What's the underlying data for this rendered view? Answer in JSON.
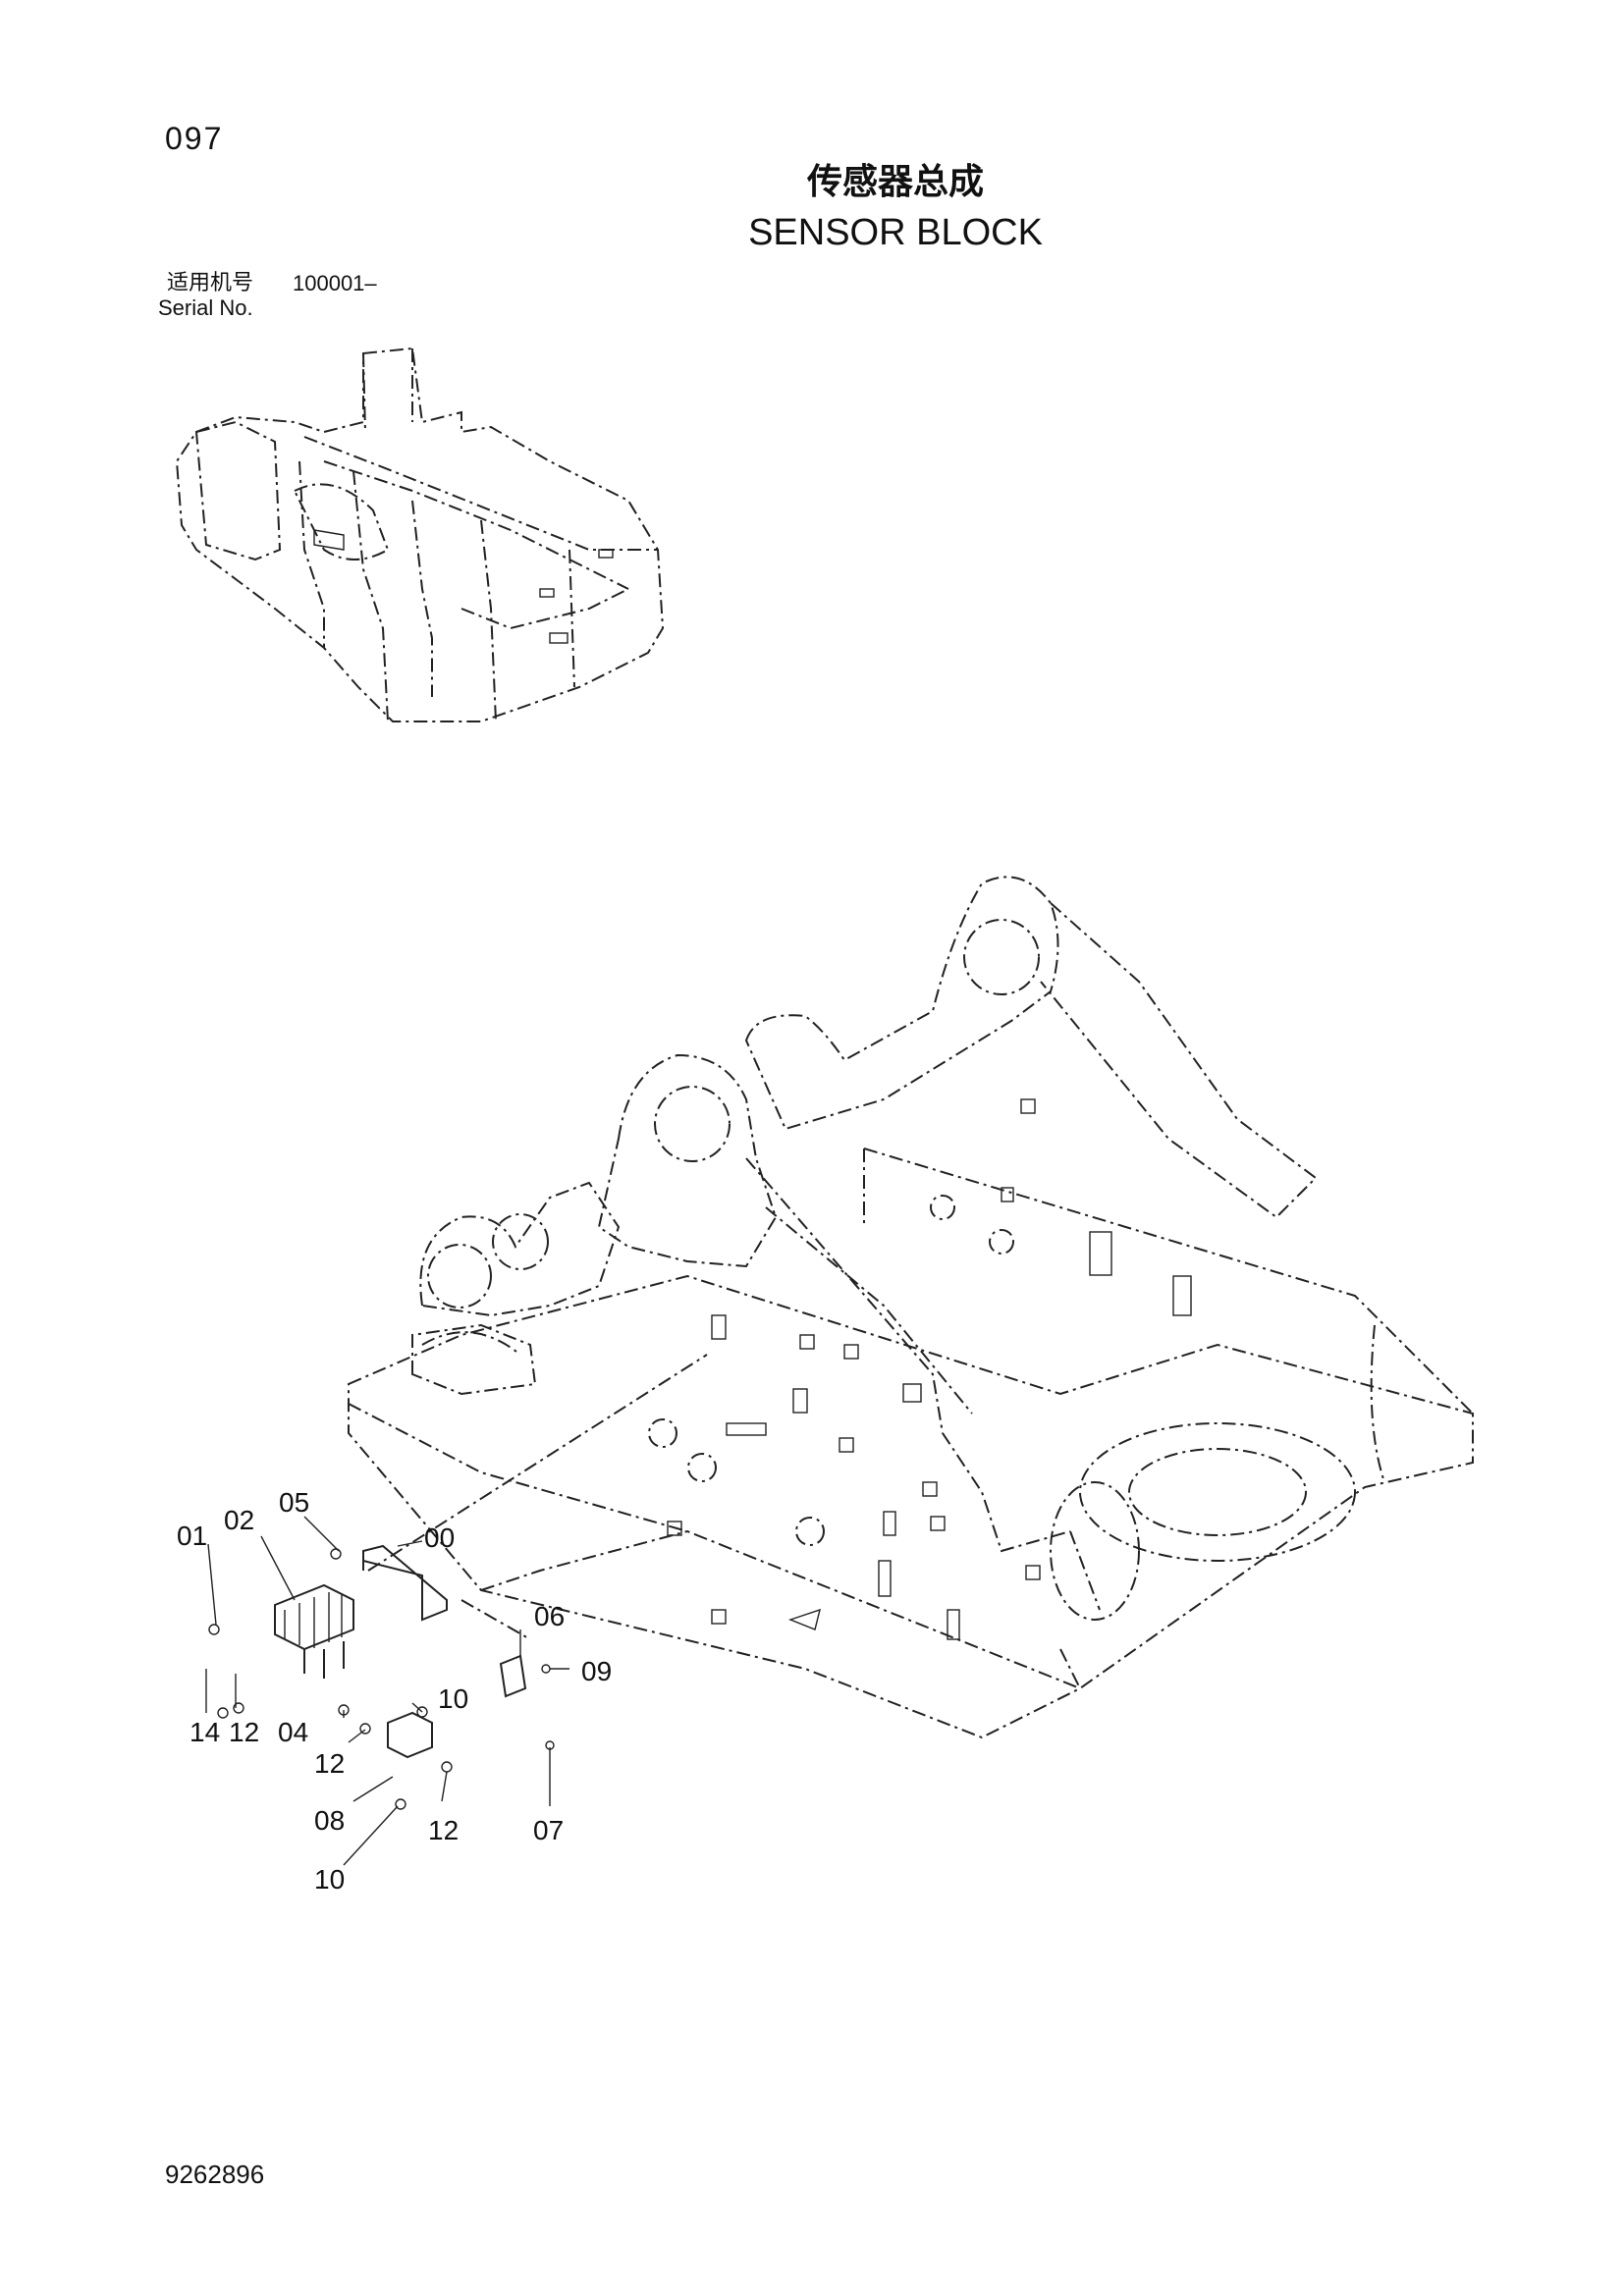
{
  "header": {
    "page_number": "097",
    "title_cn": "传感器总成",
    "title_en": "SENSOR BLOCK",
    "serial_label_cn": "适用机号",
    "serial_range": "100001–",
    "serial_label_en": "Serial No."
  },
  "callouts": [
    "01",
    "02",
    "05",
    "00",
    "06",
    "09",
    "10",
    "14",
    "12",
    "04",
    "12",
    "08",
    "12",
    "07",
    "10"
  ],
  "footer": {
    "document_number": "9262896"
  }
}
